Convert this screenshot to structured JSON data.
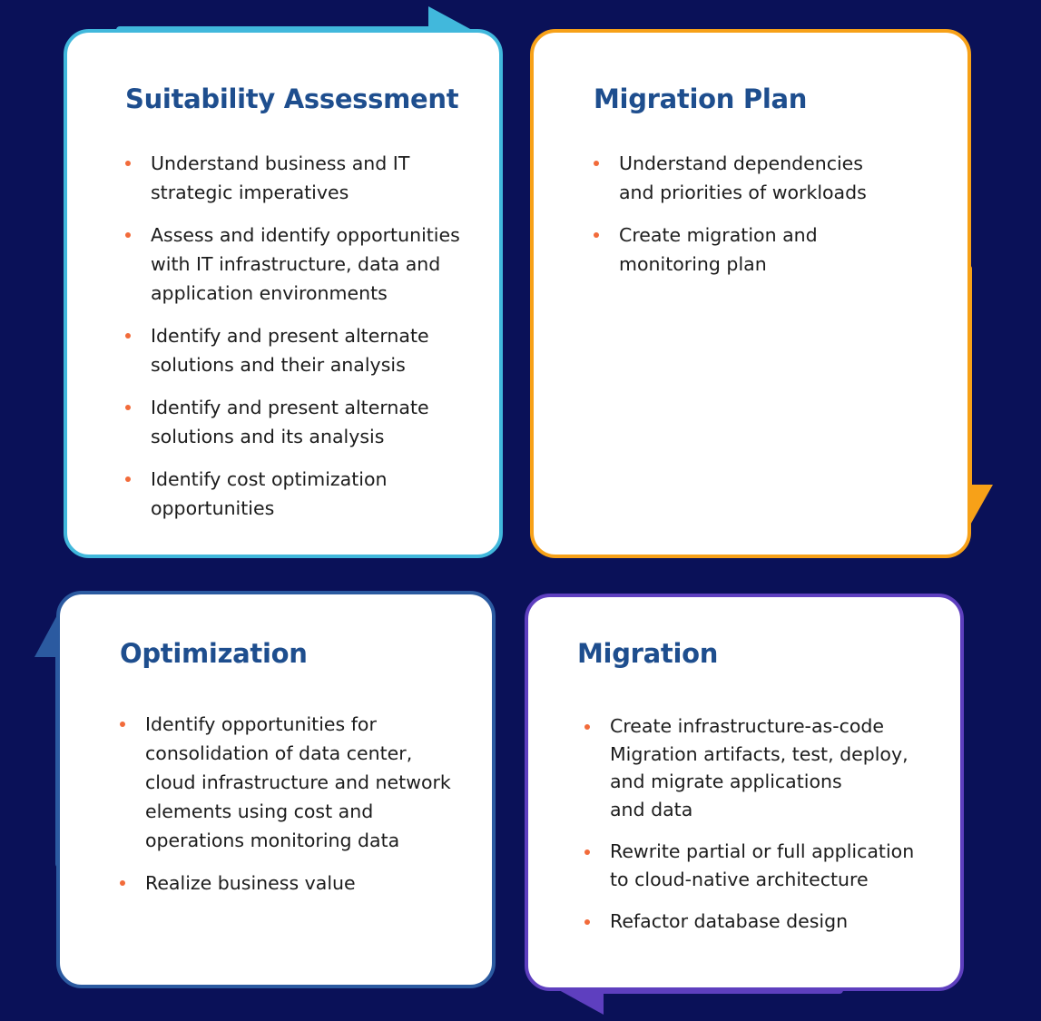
{
  "cards": {
    "suitability": {
      "title": "Suitability Assessment",
      "items": [
        "Understand business and IT\nstrategic imperatives",
        "Assess and identify opportunities\nwith IT infrastructure, data and\napplication environments",
        "Identify and present alternate\nsolutions and their analysis",
        "Identify and present alternate\nsolutions and its analysis",
        "Identify cost optimization\nopportunities"
      ]
    },
    "migration_plan": {
      "title": "Migration Plan",
      "items": [
        "Understand dependencies\nand priorities of workloads",
        "Create migration and\nmonitoring plan"
      ]
    },
    "optimization": {
      "title": "Optimization",
      "items": [
        "Identify opportunities for\nconsolidation of data center,\ncloud infrastructure and network\n elements using cost and\noperations monitoring data",
        "Realize business value"
      ]
    },
    "migration": {
      "title": "Migration",
      "items": [
        "Create infrastructure-as-code\nMigration artifacts, test, deploy,\nand migrate applications\nand data",
        "Rewrite partial or full application\nto cloud-native architecture",
        "Refactor database design"
      ]
    }
  },
  "colors": {
    "background": "#0a1158",
    "suitability": "#41b8dc",
    "migration_plan": "#f7a118",
    "optimization": "#2b5aa0",
    "migration": "#5e3fbf",
    "bullet": "#f26b3a",
    "title": "#1e4e8e"
  }
}
